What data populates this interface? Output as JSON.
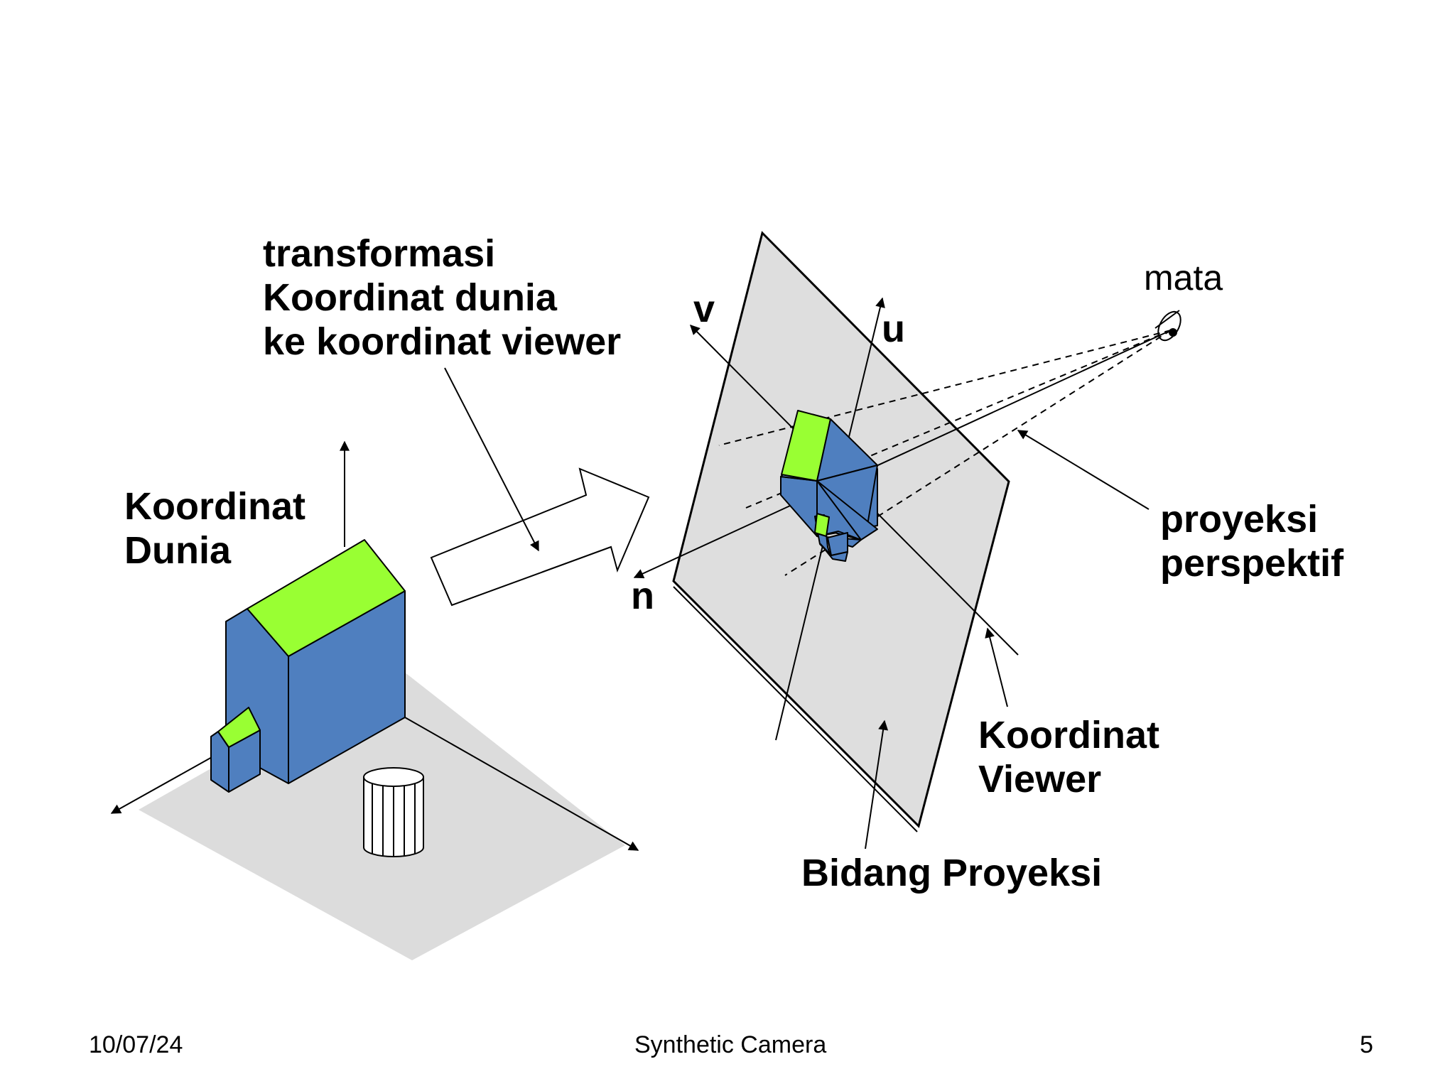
{
  "labels": {
    "transform_line1": "transformasi",
    "transform_line2": "Koordinat dunia",
    "transform_line3": "ke koordinat viewer",
    "world_line1": "Koordinat",
    "world_line2": "Dunia",
    "axis_v": "v",
    "axis_u": "u",
    "axis_n": "n",
    "eye": "mata",
    "persp_line1": "proyeksi",
    "persp_line2": "perspektif",
    "viewer_line1": "Koordinat",
    "viewer_line2": "Viewer",
    "plane": "Bidang Proyeksi"
  },
  "footer": {
    "date": "10/07/24",
    "title": "Synthetic Camera",
    "page": "5"
  },
  "colors": {
    "wall_blue": "#4f7fbf",
    "roof_green": "#99ff33",
    "ground_gray": "#dcdcdc",
    "plane_gray": "#dedede",
    "line": "#000000"
  }
}
